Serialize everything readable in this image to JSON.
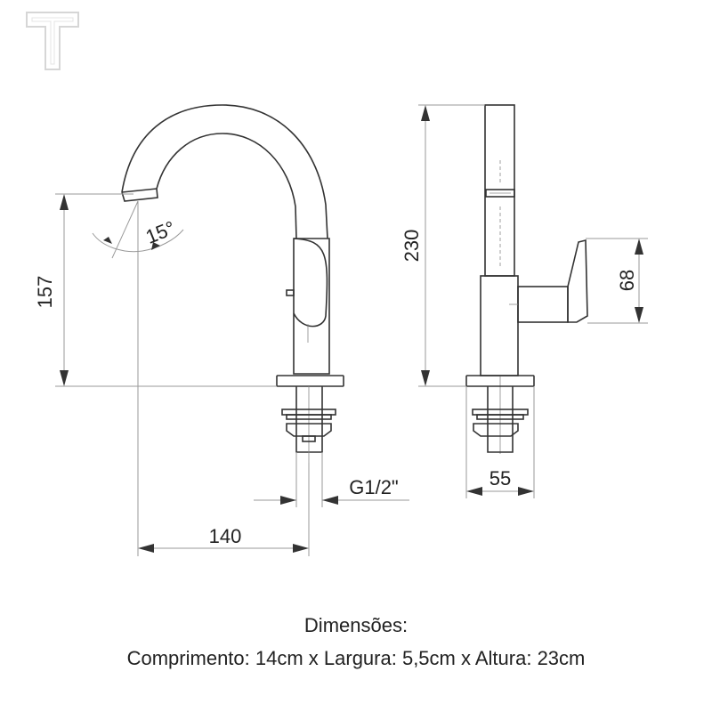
{
  "dimensions": {
    "spout_height": "157",
    "angle": "15°",
    "total_height": "230",
    "handle_height": "68",
    "reach": "140",
    "thread": "G1/2\"",
    "width": "55"
  },
  "caption": {
    "title": "Dimensões:",
    "text": "Comprimento: 14cm x Largura: 5,5cm x Altura: 23cm"
  },
  "colors": {
    "line": "#333333",
    "dimension_line": "#9a9a9a"
  }
}
